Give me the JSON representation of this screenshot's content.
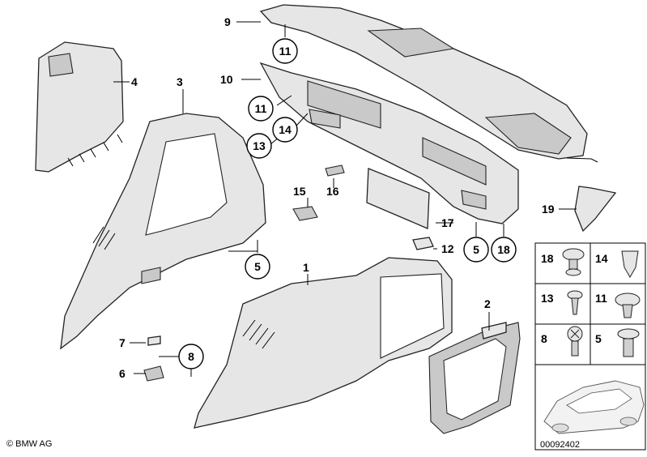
{
  "diagram": {
    "labels": {
      "p1": "1",
      "p2": "2",
      "p3": "3",
      "p4": "4",
      "p6": "6",
      "p7": "7",
      "p9": "9",
      "p10": "10",
      "p12": "12",
      "p15": "15",
      "p16": "16",
      "p17": "17",
      "p19": "19"
    },
    "callouts": {
      "c5a": "5",
      "c5b": "5",
      "c8": "8",
      "c11a": "11",
      "c11b": "11",
      "c13": "13",
      "c14": "14",
      "c18": "18"
    },
    "legend": [
      "18",
      "14",
      "13",
      "11",
      "8",
      "5"
    ]
  },
  "footer": {
    "copyright": "© BMW AG",
    "diagram_id": "00092402"
  }
}
